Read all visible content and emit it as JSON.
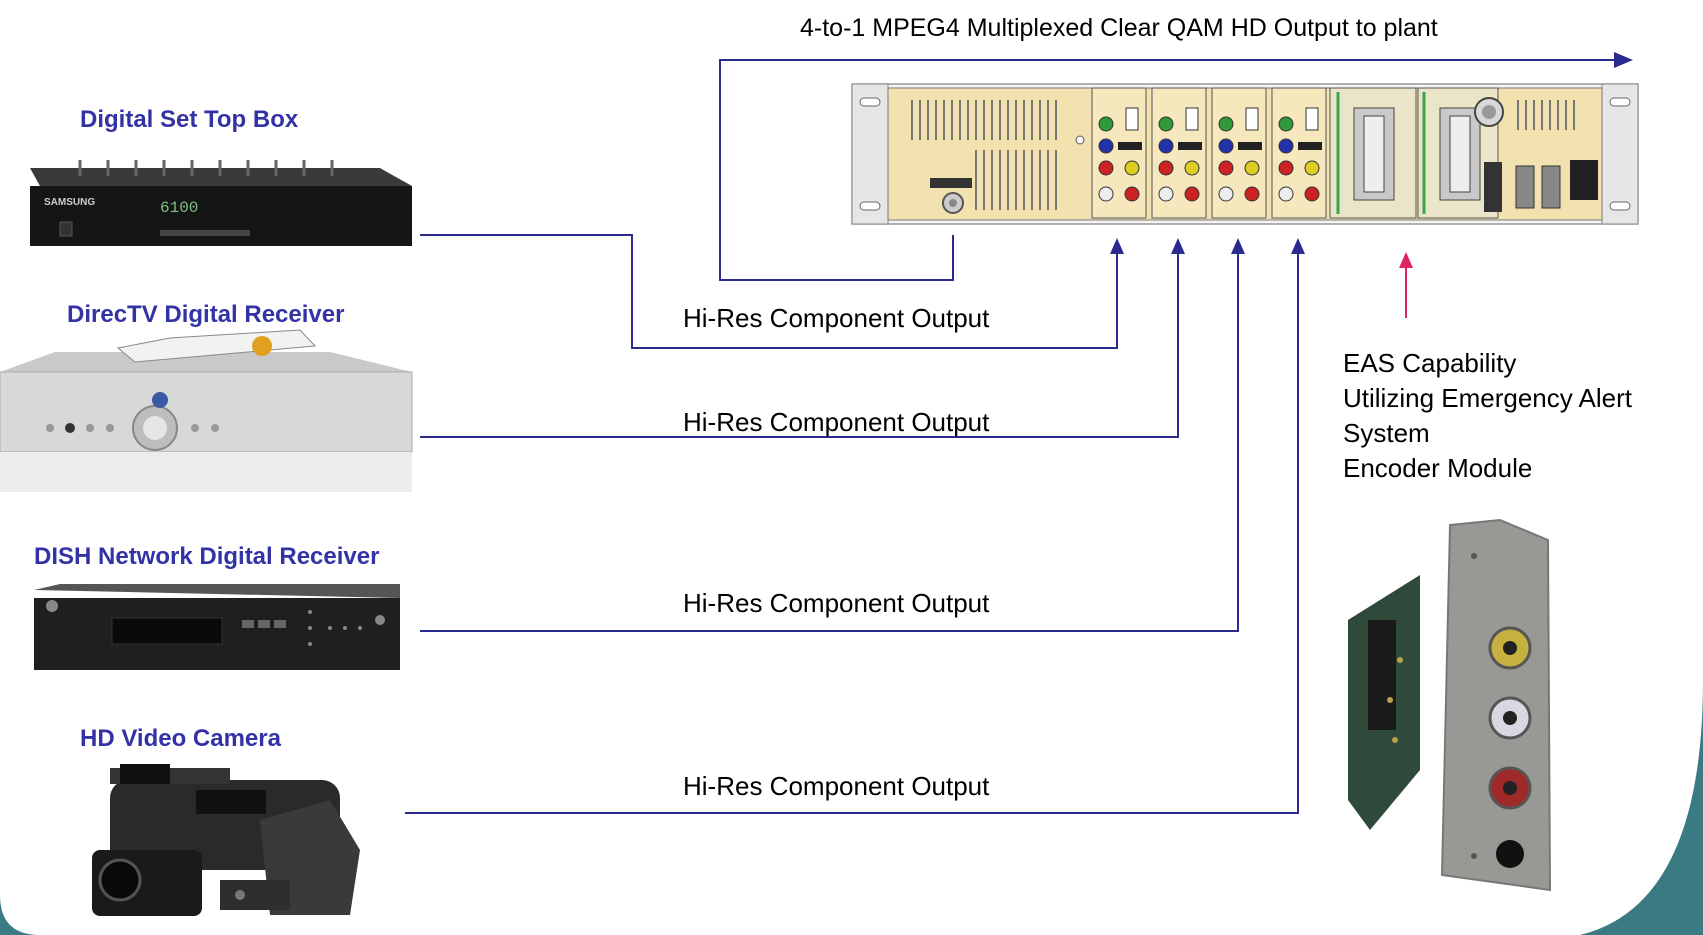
{
  "top_output_label": "4-to-1 MPEG4 Multiplexed Clear QAM HD Output to plant",
  "devices": [
    {
      "name": "Digital Set Top Box",
      "brand": "SAMSUNG",
      "display": "6100"
    },
    {
      "name": "DirecTV Digital Receiver"
    },
    {
      "name": "DISH Network Digital Receiver"
    },
    {
      "name": "HD Video Camera"
    }
  ],
  "connections": [
    {
      "label": "Hi-Res Component Output"
    },
    {
      "label": "Hi-Res Component Output"
    },
    {
      "label": "Hi-Res Component Output"
    },
    {
      "label": "Hi-Res Component Output"
    }
  ],
  "eas": {
    "lines": [
      "EAS Capability",
      "Utilizing Emergency Alert",
      "System",
      "Encoder Module"
    ]
  },
  "colors": {
    "line": "#2b2b8f",
    "arrow": "#2b2b8f",
    "eas_arrow": "#e0245e",
    "device_title": "#3333a6",
    "frame": "#3a7a82",
    "chassis": "#f2e2b0"
  }
}
